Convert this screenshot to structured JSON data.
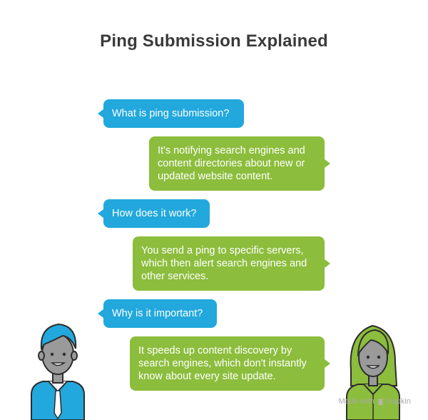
{
  "title": "Ping Submission Explained",
  "colors": {
    "question": "#22a8dd",
    "answer": "#8cbd3c",
    "title": "#3a3a3a"
  },
  "conversation": [
    {
      "question": "What is ping submission?",
      "answer": [
        "It's notifying search engines and",
        "content directories about new or",
        "updated website content."
      ]
    },
    {
      "question": "How does it work?",
      "answer": [
        "You send a ping to specific servers,",
        "which then alert search engines and",
        "other services."
      ]
    },
    {
      "question": "Why is it important?",
      "answer": [
        "It speeds up content discovery by",
        "search engines, which don't instantly",
        "know about every site update."
      ]
    }
  ],
  "people": {
    "left": "man-icon",
    "right": "woman-icon"
  },
  "watermark": {
    "left": "Made with",
    "right": "Napkin",
    "icon": "napkin-icon"
  }
}
